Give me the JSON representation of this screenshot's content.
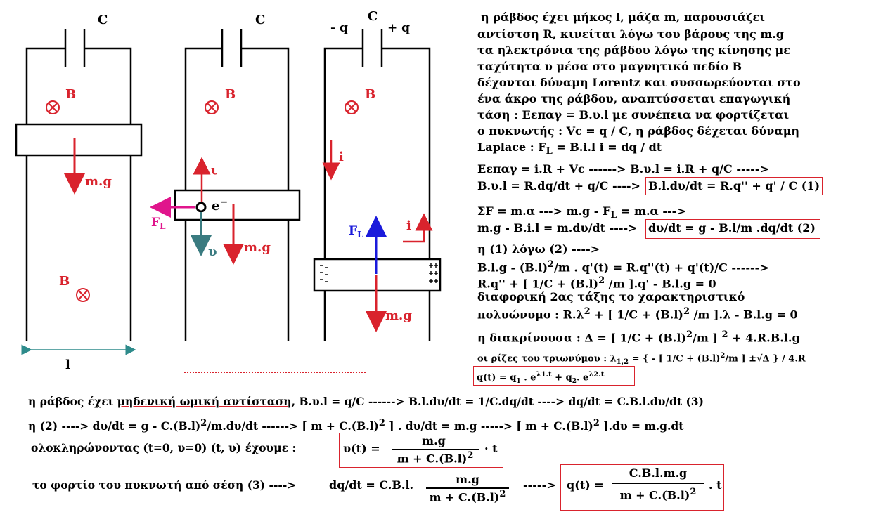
{
  "figures": {
    "capacitor_label": "C",
    "neg_plate": "- q",
    "pos_plate": "+ q",
    "field": "B",
    "weight": "m.g",
    "current": "i",
    "current_up": "ι",
    "electron": "e",
    "electron_sup": "−",
    "lorentz": "F",
    "lorentz_sub": "L",
    "velocity": "υ",
    "length": "l"
  },
  "para": [
    "η ράβδος έχει μήκος  l,  μάζα m,  παρουσιάζει",
    "αντίστση R,   κινείται λόγω του βάρους της   m.g",
    "τα ηλεκτρόνια της ράβδου λόγω της κίνησης με",
    "ταχύτητα υ  μέσα στο μαγνητικό πεδίο B",
    "δέχονται δύναμη Lorentz και συσσωρεύονται στο",
    "ένα άκρο της ράβδου,   αναπτύσσεται επαγωγική",
    "τάση : Εεπαγ = B.υ.l    με συνέπεια να φορτίζεται",
    "ο  πυκνωτής : Vc = q / C,  η ράβδος δέχεται δύναμη"
  ],
  "laplace": {
    "pre": "Laplace : F",
    "sub": "L",
    "post": " = B.i.l      i = dq / dt"
  },
  "eq1a": "Εεπαγ = i.R + Vc    ------>     B.υ.l  =  i.R + q/C    ----->",
  "eq1b_pre": "B.υ.l = R.dq/dt + q/C ----> ",
  "eq1b_box": "B.l.dυ/dt = R.q'' + q' / C (1)",
  "eq2a": {
    "pre": "ΣF = m.α  --->  m.g - F",
    "sub": "L",
    "post": " = m.α  --->"
  },
  "eq2b_pre": "m.g - B.i.l = m.dυ/dt  ----> ",
  "eq2b_box": "dυ/dt = g - B.l/m .dq/dt (2)",
  "eq3": "η (1) λόγω (2) ---->",
  "eq4": {
    "pre": "B.l.g - (B.l)",
    "sup": "2",
    "post": "/m . q'(t)  = R.q''(t) + q'(t)/C    ------>"
  },
  "eq5": {
    "pre": "R.q''  +  [ 1/C + (B.l)",
    "sup": "2",
    "post": " /m ].q' - B.l.g  =  0"
  },
  "eq6": "διαφορική 2ας τάξης το χαρακτηριστικό",
  "eq7": {
    "pre": "πολυώνυμο : R.λ",
    "sup": "2",
    "mid": " + [ 1/C + (B.l)",
    "sup2": "2",
    "post": " /m ].λ - B.l.g  =  0"
  },
  "eq8": {
    "pre": "η διακρίνουσα : Δ =  [ 1/C + (B.l)",
    "sup": "2",
    "mid": "/m ] ",
    "sup2": "2",
    "post": " + 4.R.B.l.g"
  },
  "eq9": {
    "pre": "οι ρίζες του τριωνύμου :  λ",
    "sub": "1,2",
    "mid": " = { - [ 1/C + (B.l)",
    "sup": "2",
    "post": "/m ] ±√Δ } / 4.R"
  },
  "eq10": {
    "a": "q(t) = q",
    "a_sub": "1",
    "b": " . e",
    "b_sup": "λ1.t",
    "c": "   + q",
    "c_sub": "2",
    "d": ". e",
    "d_sup": "λ2.t"
  },
  "bottom1": {
    "pre": "η ράβδος έχει ",
    "underlined": "μηδενική ωμική αντίσταση",
    "post": ",   B.υ.l = q/C    ------>     B.l.dυ/dt = 1/C.dq/dt     ---->    dq/dt = C.B.l.dυ/dt     (3)"
  },
  "bottom2": {
    "a": "η (2) ---->    dυ/dt = g - C.(B.l)",
    "a_sup": "2",
    "b": "/m.dυ/dt      ------>      [ m + C.(B.l)",
    "b_sup": "2",
    "c": " ] . dυ/dt = m.g       ----->    [ m + C.(B.l)",
    "c_sup": "2",
    "d": " ].dυ = m.g.dt"
  },
  "bottom3_pre": "ολοκληρώνοντας  (t=0, υ=0)    (t, υ)  έχουμε :",
  "u_formula": {
    "lhs": "υ(t) =",
    "num": "m.g",
    "den_pre": "m + C.(B.l)",
    "den_sup": "2",
    "tail": "· t"
  },
  "bottom4_pre": "το φορτίο του πυκνωτή  από σέση (3) ---->",
  "dq_formula": {
    "lhs": "dq/dt = C.B.l.",
    "num": "m.g",
    "den_pre": "m + C.(B.l)",
    "den_sup": "2"
  },
  "arrow4": "----->",
  "q_formula": {
    "lhs": "q(t) =",
    "num": "C.B.l.m.g",
    "den_pre": "m + C.(B.l)",
    "den_sup": "2",
    "tail": ". t"
  },
  "colors": {
    "red": "#d9232d",
    "blue": "#1a1adb",
    "teal": "#3a7b80",
    "magenta": "#e0158c",
    "box": "#d9232d"
  }
}
